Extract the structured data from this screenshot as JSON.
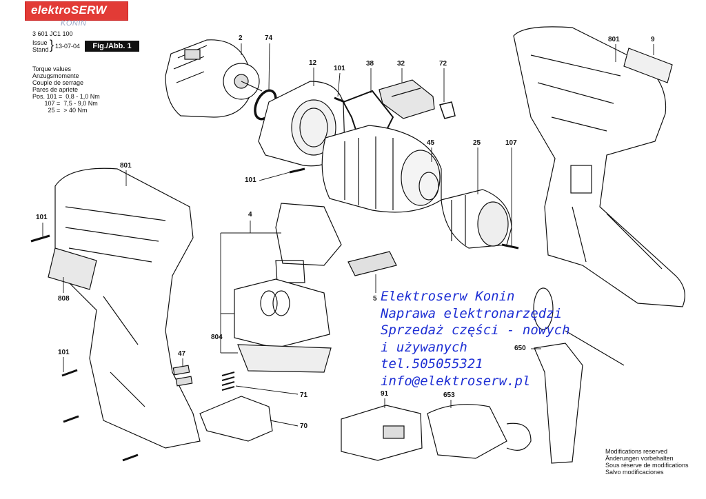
{
  "logo": {
    "brand": "elektroSERW",
    "city": "KONIN"
  },
  "header": {
    "doc_number": "3 601 JC1 100",
    "issue_label": "Issue",
    "stand_label": "Stand",
    "issue_date": "13-07-04",
    "fig_label": "Fig./Abb. 1"
  },
  "torque": {
    "lines": [
      "Torque values",
      "Anzugsmomente",
      "Couple de serrage",
      "Pares de apriete"
    ],
    "rows": [
      "Pos. 101 =  0,8 - 1,0 Nm",
      "       107 =  7,5 - 9,0 Nm",
      "         25 =  > 40 Nm"
    ]
  },
  "part_labels": [
    "2",
    "74",
    "12",
    "101",
    "38",
    "32",
    "72",
    "801",
    "9",
    "45",
    "25",
    "107",
    "801",
    "101",
    "101",
    "4",
    "5",
    "808",
    "804",
    "47",
    "101",
    "71",
    "70",
    "91",
    "653",
    "650"
  ],
  "promo": {
    "lines": [
      "Elektroserw Konin",
      "Naprawa elektronarzędzi",
      "Sprzedaż części - nowych",
      "i używanych",
      "tel.505055321",
      "info@elektroserw.pl"
    ],
    "color": "#1e2fd4"
  },
  "footer": {
    "lines": [
      "Modifications reserved",
      "Änderungen vorbehalten",
      "Sous réserve de modifications",
      "Salvo modificaciones"
    ]
  }
}
